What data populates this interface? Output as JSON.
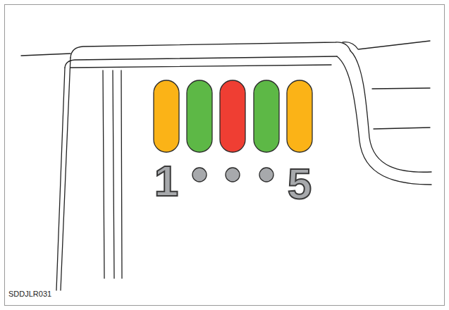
{
  "diagram": {
    "labels": [
      "1",
      "5",
      "SDDJLR031"
    ]
  }
}
